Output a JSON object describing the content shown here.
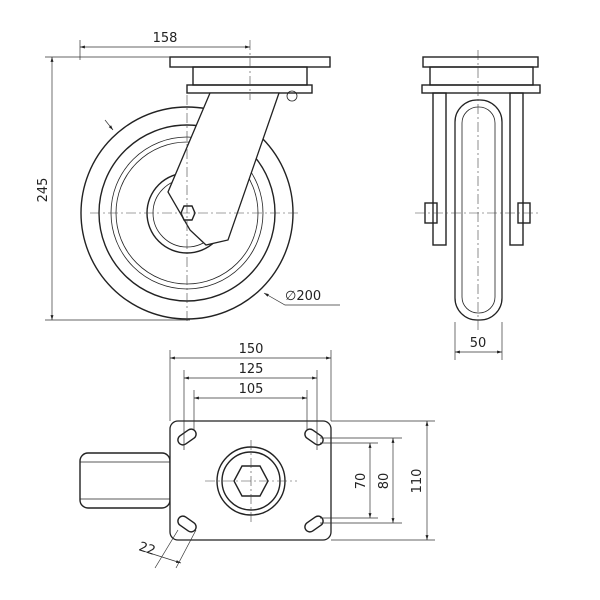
{
  "title": "Swivel castor technical drawing",
  "dimensions": {
    "offset": "158",
    "height": "245",
    "wheel_diameter": "∅200",
    "wheel_width": "50",
    "plate_length": "150",
    "bolt_spacing_outer": "125",
    "bolt_spacing_inner": "105",
    "bolt_spacing_y_inner": "70",
    "bolt_spacing_y_outer": "80",
    "plate_width": "110",
    "slot_length": "22"
  },
  "colors": {
    "line": "#222222",
    "background": "#ffffff"
  }
}
